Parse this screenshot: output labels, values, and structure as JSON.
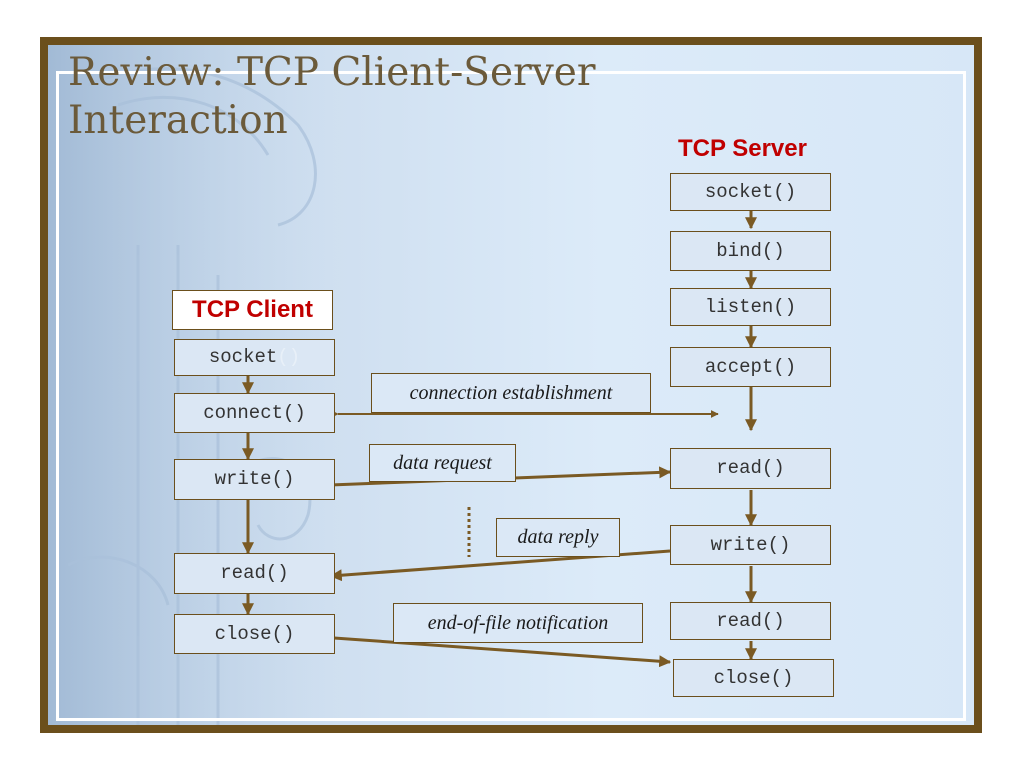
{
  "slide": {
    "title": [
      "Review: TCP Client-Server",
      "Interaction"
    ]
  },
  "client": {
    "label": "TCP Client",
    "socket": {
      "name": "socket",
      "parens": "()"
    },
    "calls": [
      "connect()",
      "write()",
      "read()",
      "close()"
    ]
  },
  "server": {
    "label": "TCP Server",
    "calls": [
      "socket()",
      "bind()",
      "listen()",
      "accept()",
      "read()",
      "write()",
      "read()",
      "close()"
    ]
  },
  "exchanges": [
    "connection establishment",
    "data request",
    "data reply",
    "end-of-file notification"
  ],
  "colors": {
    "frame": "#6b4f1c",
    "arrow": "#7a5a24",
    "label_red": "#c00000",
    "title": "#6b5a3a"
  }
}
